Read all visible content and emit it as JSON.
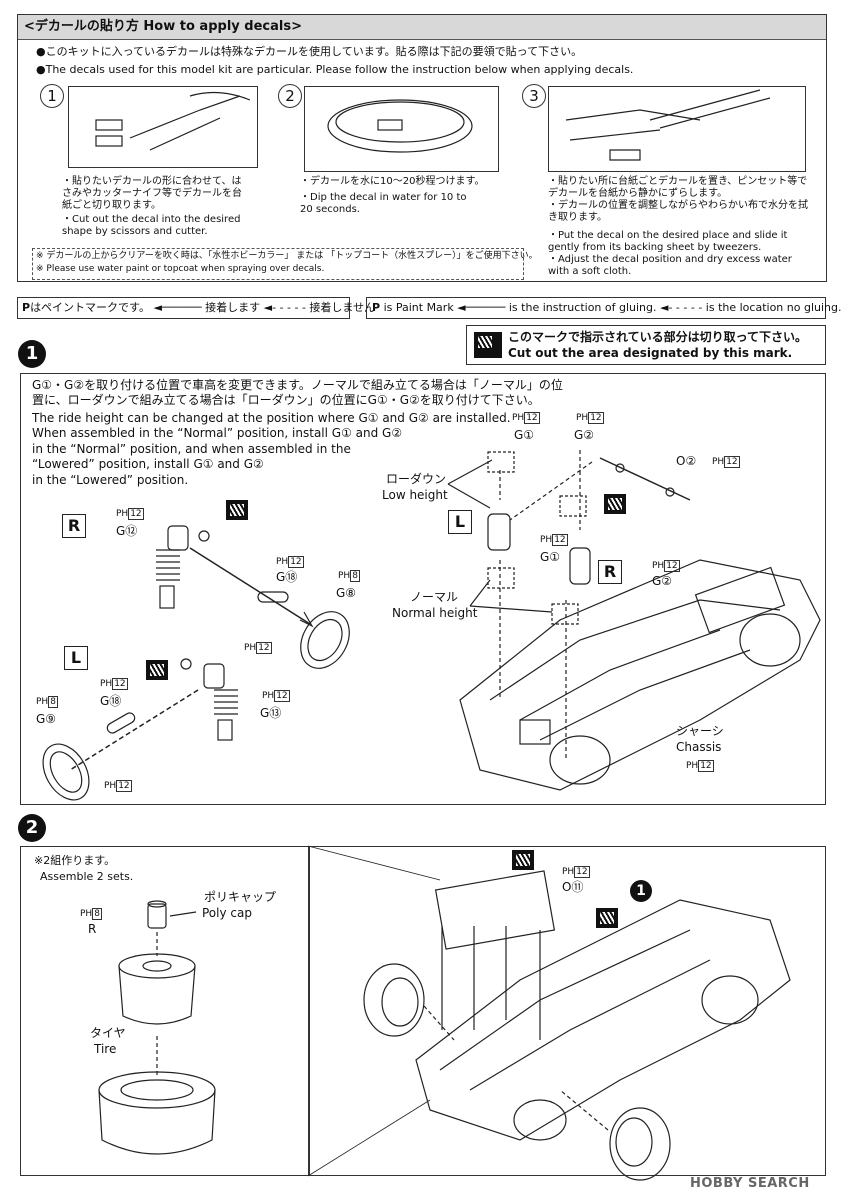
{
  "decal": {
    "title": "<デカールの貼り方 How to apply decals>",
    "intro_jp": "●このキットに入っているデカールは特殊なデカールを使用しています。貼る際は下記の要領で貼って下さい。",
    "intro_en": "●The decals used for this model kit are particular. Please follow the instruction below when applying decals.",
    "steps": [
      {
        "num": "1",
        "jp": "・貼りたいデカールの形に合わせて、はさみやカッターナイフ等でデカールを台紙ごと切り取ります。",
        "en": "・Cut out the decal into the desired shape by scissors and cutter."
      },
      {
        "num": "2",
        "jp": "・デカールを水に10～20秒程つけます。",
        "en": "・Dip the decal in water for 10 to 20 seconds."
      },
      {
        "num": "3",
        "jp": "・貼りたい所に台紙ごとデカールを置き、ピンセット等でデカールを台紙から静かにずらします。\n・デカールの位置を調整しながらやわらかい布で水分を拭き取ります。",
        "en": "・Put the decal on the desired place and slide it gently from its backing sheet by tweezers.\n・Adjust the decal position and dry excess water with a soft cloth."
      }
    ],
    "note_jp": "※ デカールの上からクリアーを吹く時は、「水性ホビーカラー」 または 「トップコート（水性スプレー）」をご使用下さい。",
    "note_en": "※ Please use water paint or topcoat when spraying over decals."
  },
  "legend": {
    "jp": "はペイントマークです。 ◄────── 接着します ◄- - - - - 接着しません",
    "en": "is Paint Mark ◄────── is the instruction of gluing. ◄- - - - - is the location no gluing.",
    "paint_symbol": "P"
  },
  "cut_notice": {
    "jp": "このマークで指示されている部分は切り取って下さい。",
    "en": "Cut out the area designated by this mark."
  },
  "step1": {
    "num": "1",
    "text_jp": "G①・G②を取り付ける位置で車高を変更できます。ノーマルで組み立てる場合は「ノーマル」の位置に、ローダウンで組み立てる場合は「ローダウン」の位置にG①・G②を取り付けて下さい。",
    "text_en_1": "The ride height can be changed at the position where G① and G② are installed.",
    "text_en_2": "When assembled in the “Normal” position, install G① and G②",
    "text_en_3": "in the “Normal” position, and when assembled in the",
    "text_en_4": "“Lowered” position, install G① and G②",
    "text_en_5": "in the “Lowered” position.",
    "lowdown_jp": "ローダウン",
    "lowdown_en": "Low height",
    "normal_jp": "ノーマル",
    "normal_en": "Normal height",
    "chassis_jp": "シャーシ",
    "chassis_en": "Chassis",
    "labels": {
      "R": "R",
      "L": "L",
      "g12": "G⑫",
      "g18": "G⑱",
      "g8": "G⑧",
      "g9": "G⑨",
      "g13": "G⑬",
      "g1": "G①",
      "g2": "G②",
      "o2": "O②",
      "ph": "PH",
      "c12": "12",
      "c8": "8"
    }
  },
  "step2": {
    "num": "2",
    "sets_jp": "※2組作ります。",
    "sets_en": "Assemble 2 sets.",
    "polycap_jp": "ポリキャップ",
    "polycap_en": "Poly cap",
    "tire_jp": "タイヤ",
    "tire_en": "Tire",
    "r": "R",
    "o11": "O⑪",
    "ref": "1"
  },
  "watermark": "HOBBY SEARCH"
}
